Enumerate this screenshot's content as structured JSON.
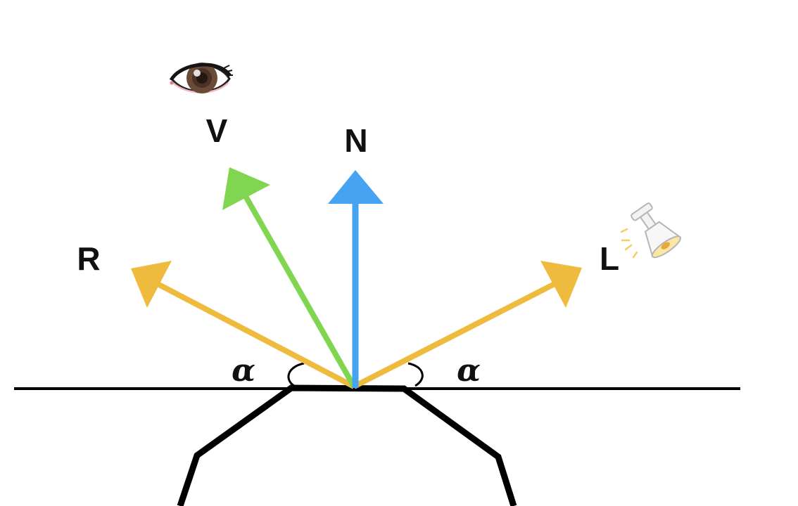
{
  "labels": {
    "view": "V",
    "normal": "N",
    "reflect": "R",
    "light": "L",
    "angle_left": "α",
    "angle_right": "α"
  },
  "colors": {
    "view_vector": "#80d650",
    "normal_vector": "#46a3f2",
    "reflect_vector": "#eebb3f",
    "light_vector": "#eebb3f",
    "surface": "#000000",
    "text": "#111111"
  },
  "icons": {
    "viewer": "eye-icon",
    "light_source": "spotlight-icon"
  }
}
